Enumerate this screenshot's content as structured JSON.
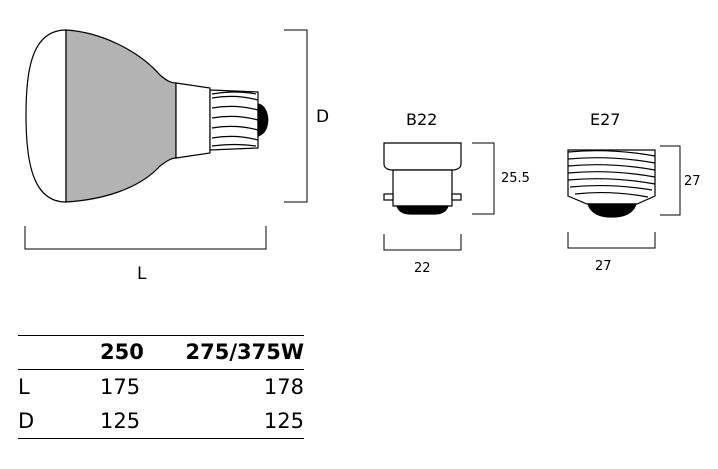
{
  "diagram": {
    "main_bulb": {
      "length_label": "L",
      "diameter_label": "D"
    },
    "b22": {
      "title": "B22",
      "height_label": "25.5",
      "width_label": "22"
    },
    "e27": {
      "title": "E27",
      "height_label": "27",
      "width_label": "27"
    },
    "colors": {
      "reflector": "#b3b3b3",
      "line": "#000000",
      "cap": "#000000"
    }
  },
  "table": {
    "headers": [
      "",
      "250",
      "275/375W"
    ],
    "rows": [
      {
        "label": "L",
        "v250": "175",
        "v375": "178"
      },
      {
        "label": "D",
        "v250": "125",
        "v375": "125"
      }
    ]
  }
}
